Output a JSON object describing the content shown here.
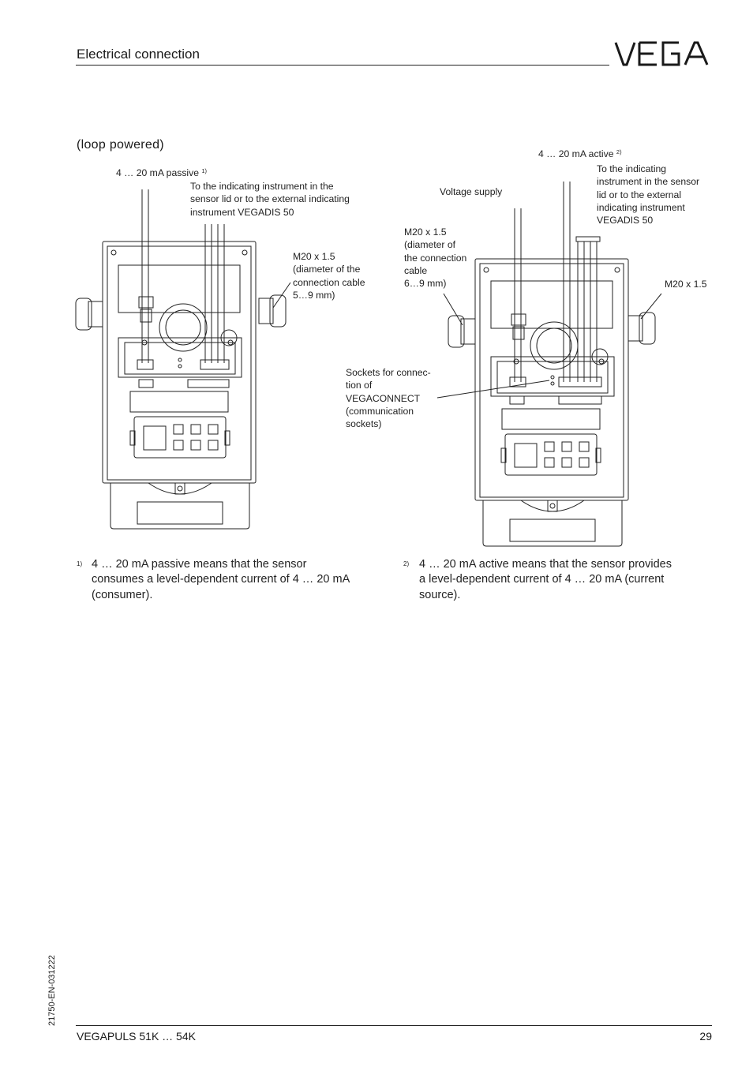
{
  "header": {
    "title": "Electrical connection",
    "logo_text": "VEGA"
  },
  "section_title": "(loop powered)",
  "left_diagram": {
    "signal_label": "4 … 20 mA passive",
    "signal_footnote": "1)",
    "indicator_label": [
      "To the indicating instrument in the",
      "sensor lid or to the external indicating",
      "instrument VEGADIS 50"
    ],
    "gland_label": [
      "M20 x 1.5",
      "(diameter of the",
      "connection cable",
      "5…9 mm)"
    ]
  },
  "right_diagram": {
    "signal_label": "4 … 20 mA active",
    "signal_footnote": "2)",
    "indicator_label": [
      "To the indicating",
      "instrument in the sensor",
      "lid or to the external",
      "indicating instrument",
      "VEGADIS 50"
    ],
    "voltage_label": "Voltage supply",
    "gland_left_label": [
      "M20 x 1.5",
      "(diameter of",
      "the connection",
      "cable",
      "6…9 mm)"
    ],
    "gland_right_label": "M20 x 1.5",
    "sockets_label": [
      "Sockets for connec-",
      "tion of",
      "VEGACONNECT",
      "(communication",
      "sockets)"
    ]
  },
  "footnotes": [
    {
      "mark": "1)",
      "lines": [
        "4 … 20 mA passive means that the sensor",
        "consumes a level-dependent current of 4 … 20 mA",
        "(consumer)."
      ]
    },
    {
      "mark": "2)",
      "lines": [
        "4 … 20 mA active means that the sensor provides",
        "a level-dependent current of 4 … 20 mA (current",
        "source)."
      ]
    }
  ],
  "footer": {
    "product": "VEGAPULS 51K … 54K",
    "page_number": "29",
    "doc_id": "21750-EN-031222"
  }
}
